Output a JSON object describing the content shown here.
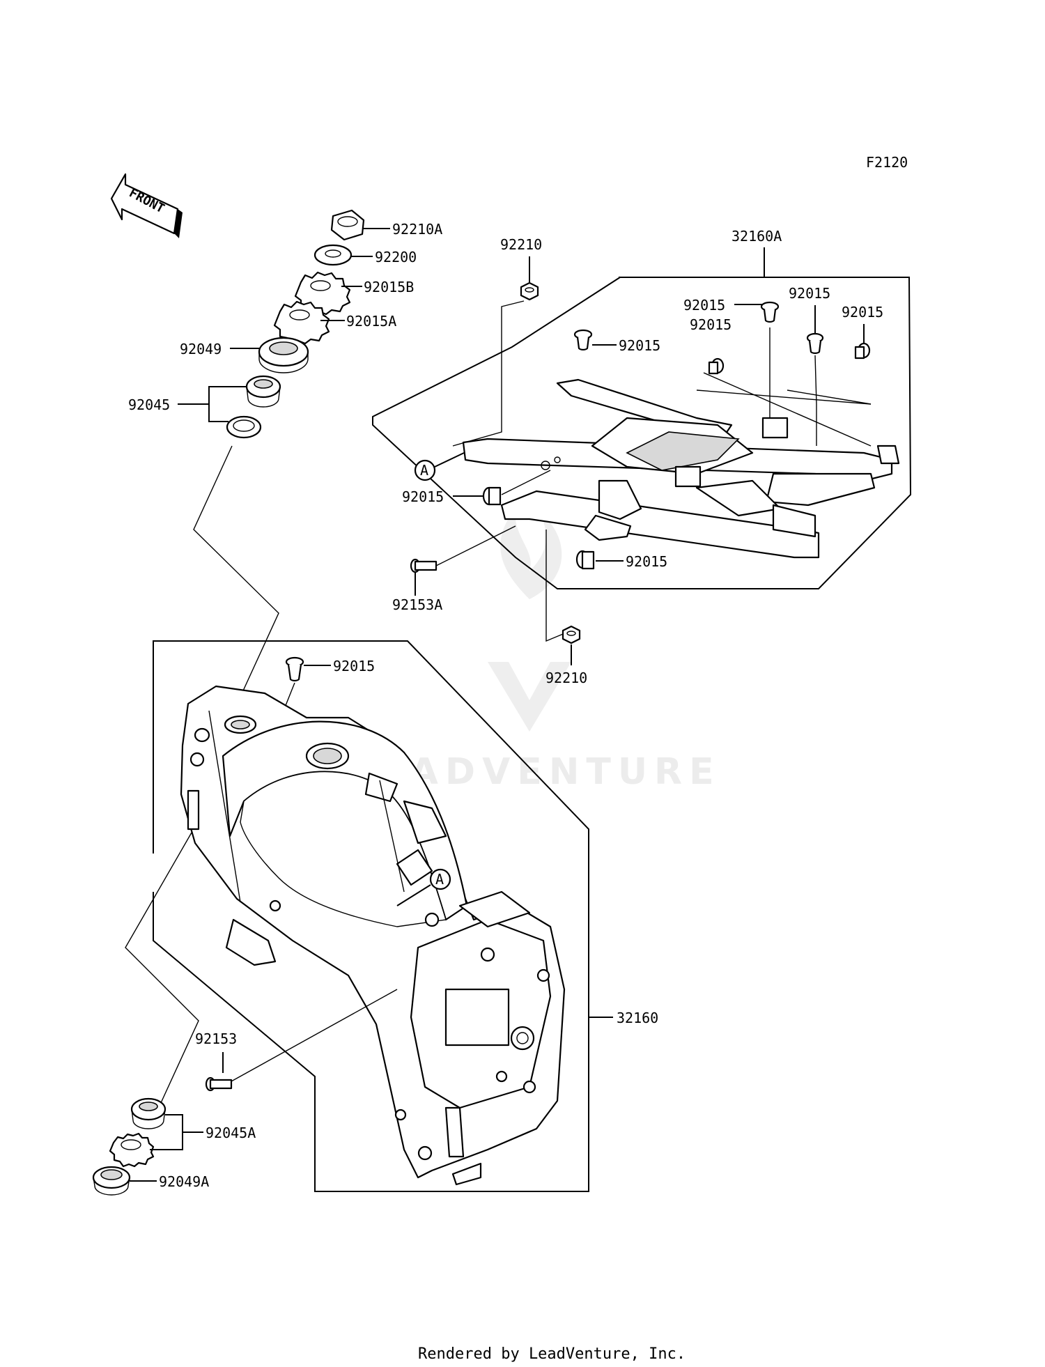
{
  "diagram_code": "F2120",
  "front_marker": "FRONT",
  "callout_a": "A",
  "watermark": "LEADVENTURE",
  "footer": "Rendered by LeadVenture, Inc.",
  "labels": {
    "p92210A": "92210A",
    "p92200": "92200",
    "p92015B": "92015B",
    "p92015A": "92015A",
    "p92049": "92049",
    "p92045": "92045",
    "p92210_top": "92210",
    "p32160A": "32160A",
    "p92015_1": "92015",
    "p92015_2": "92015",
    "p92015_3": "92015",
    "p92015_4": "92015",
    "p92015_5": "92015",
    "p92015_6": "92015",
    "p92015_7": "92015",
    "p92153A": "92153A",
    "p92210_bottom": "92210",
    "p92015_8": "92015",
    "p32160": "32160",
    "p92153": "92153",
    "p92045A": "92045A",
    "p92049A": "92049A"
  }
}
